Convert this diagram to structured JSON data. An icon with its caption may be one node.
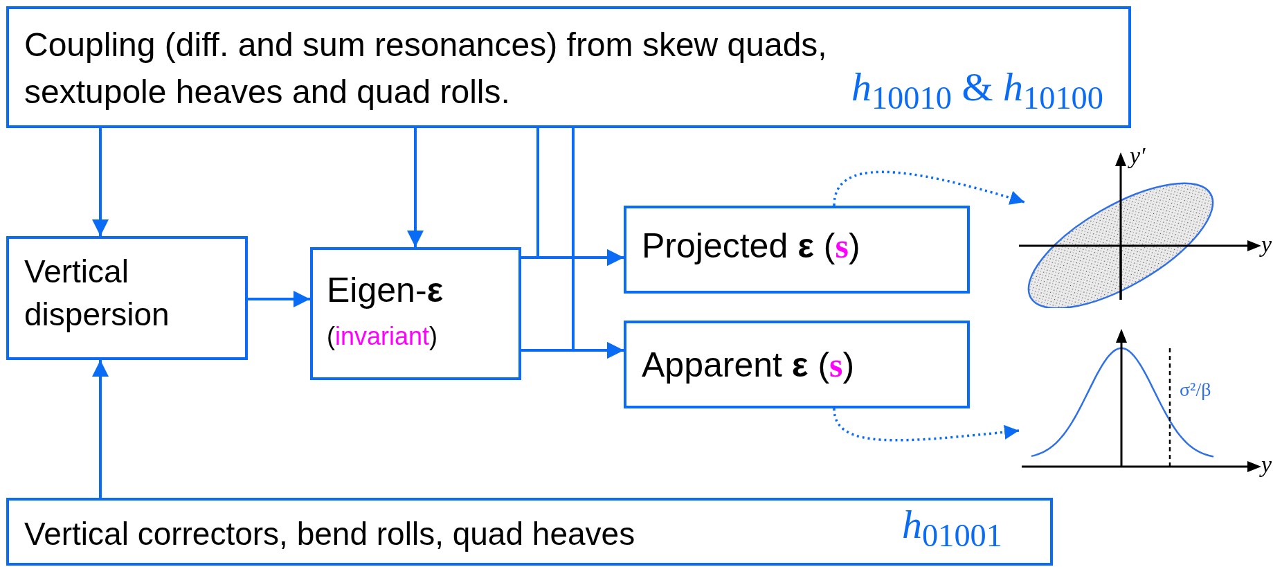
{
  "diagram": {
    "nodes": [
      {
        "text": [
          "Coupling (diff. and sum resonances) from skew quads, sextupole heaves and quad rolls.",
          "*h*$_{10010}$ & *h*$_{10100}$"
        ]
      },
      {
        "text": [
          "Vertical dispersion"
        ]
      },
      {
        "text": [
          "Eigen-**ε**",
          "(invariant)"
        ]
      },
      {
        "text": [
          "Projected **ε** (**s**)"
        ]
      },
      {
        "text": [
          "Apparent **ε** (**s**)"
        ]
      },
      {
        "text": [
          "Vertical correctors, bend rolls, quad heaves",
          "*h*$_{01001}$"
        ]
      },
      {
        "text": [
          "y′",
          "y"
        ]
      },
      {
        "text": [
          "σ²/β",
          "y"
        ]
      }
    ],
    "edges": [
      {
        "from": 0,
        "to": 1,
        "arrow": "to"
      },
      {
        "from": 0,
        "to": 2,
        "arrow": "to"
      },
      {
        "from": 0,
        "to": 3,
        "arrow": "to"
      },
      {
        "from": 0,
        "to": 4,
        "arrow": "to"
      },
      {
        "from": 2,
        "to": 3,
        "arrow": "to"
      },
      {
        "from": 2,
        "to": 4,
        "arrow": "to"
      },
      {
        "from": 1,
        "to": 2,
        "arrow": "to"
      },
      {
        "from": 5,
        "to": 1,
        "arrow": "to"
      },
      {
        "from": 3,
        "to": 6,
        "arrow": "to",
        "style": "dashed"
      },
      {
        "from": 4,
        "to": 7,
        "arrow": "to",
        "style": "dashed"
      }
    ]
  }
}
